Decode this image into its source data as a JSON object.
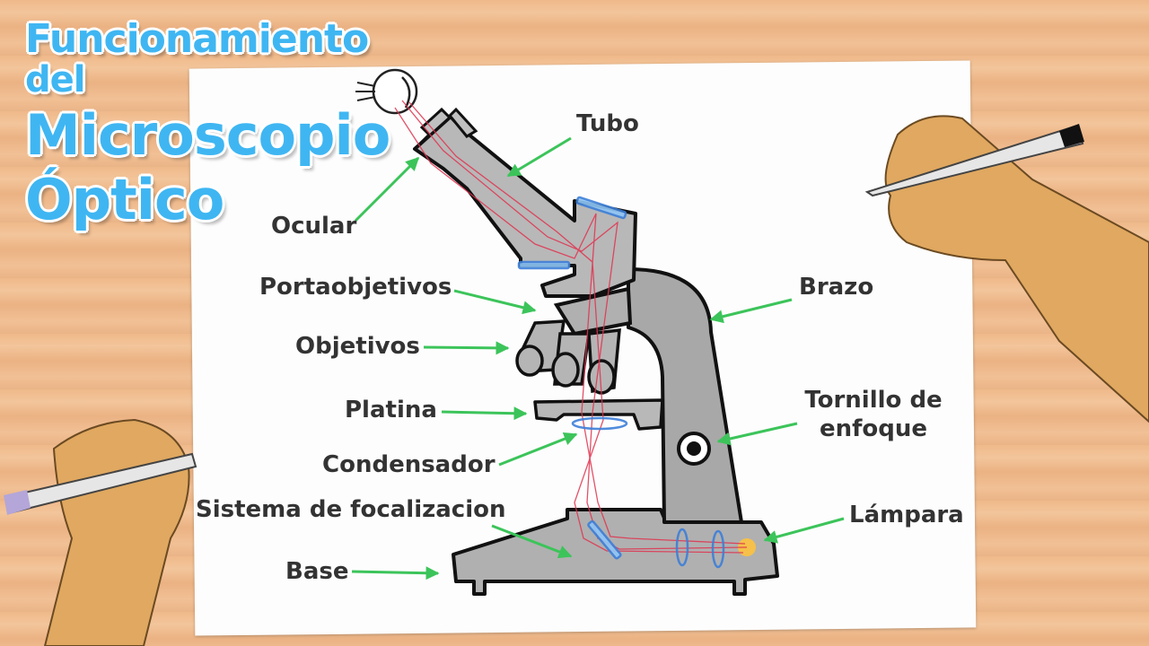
{
  "title": {
    "line1": "Funcionamiento",
    "line2": "del",
    "line3": "Microscopio",
    "line4": "Óptico"
  },
  "labels": {
    "tubo": "Tubo",
    "ocular": "Ocular",
    "portaobjetivos": "Portaobjetivos",
    "objetivos": "Objetivos",
    "platina": "Platina",
    "condensador": "Condensador",
    "sistema": "Sistema de focalizacion",
    "base": "Base",
    "brazo": "Brazo",
    "tornillo_line1": "Tornillo de",
    "tornillo_line2": "enfoque",
    "lampara": "Lámpara"
  },
  "colors": {
    "title": "#3fb6f2",
    "arrows": "#3cc45a",
    "body": "#a9a9a9",
    "outline": "#111111",
    "light_rays": "#e0334f",
    "lenses": "#5aa0e8"
  }
}
